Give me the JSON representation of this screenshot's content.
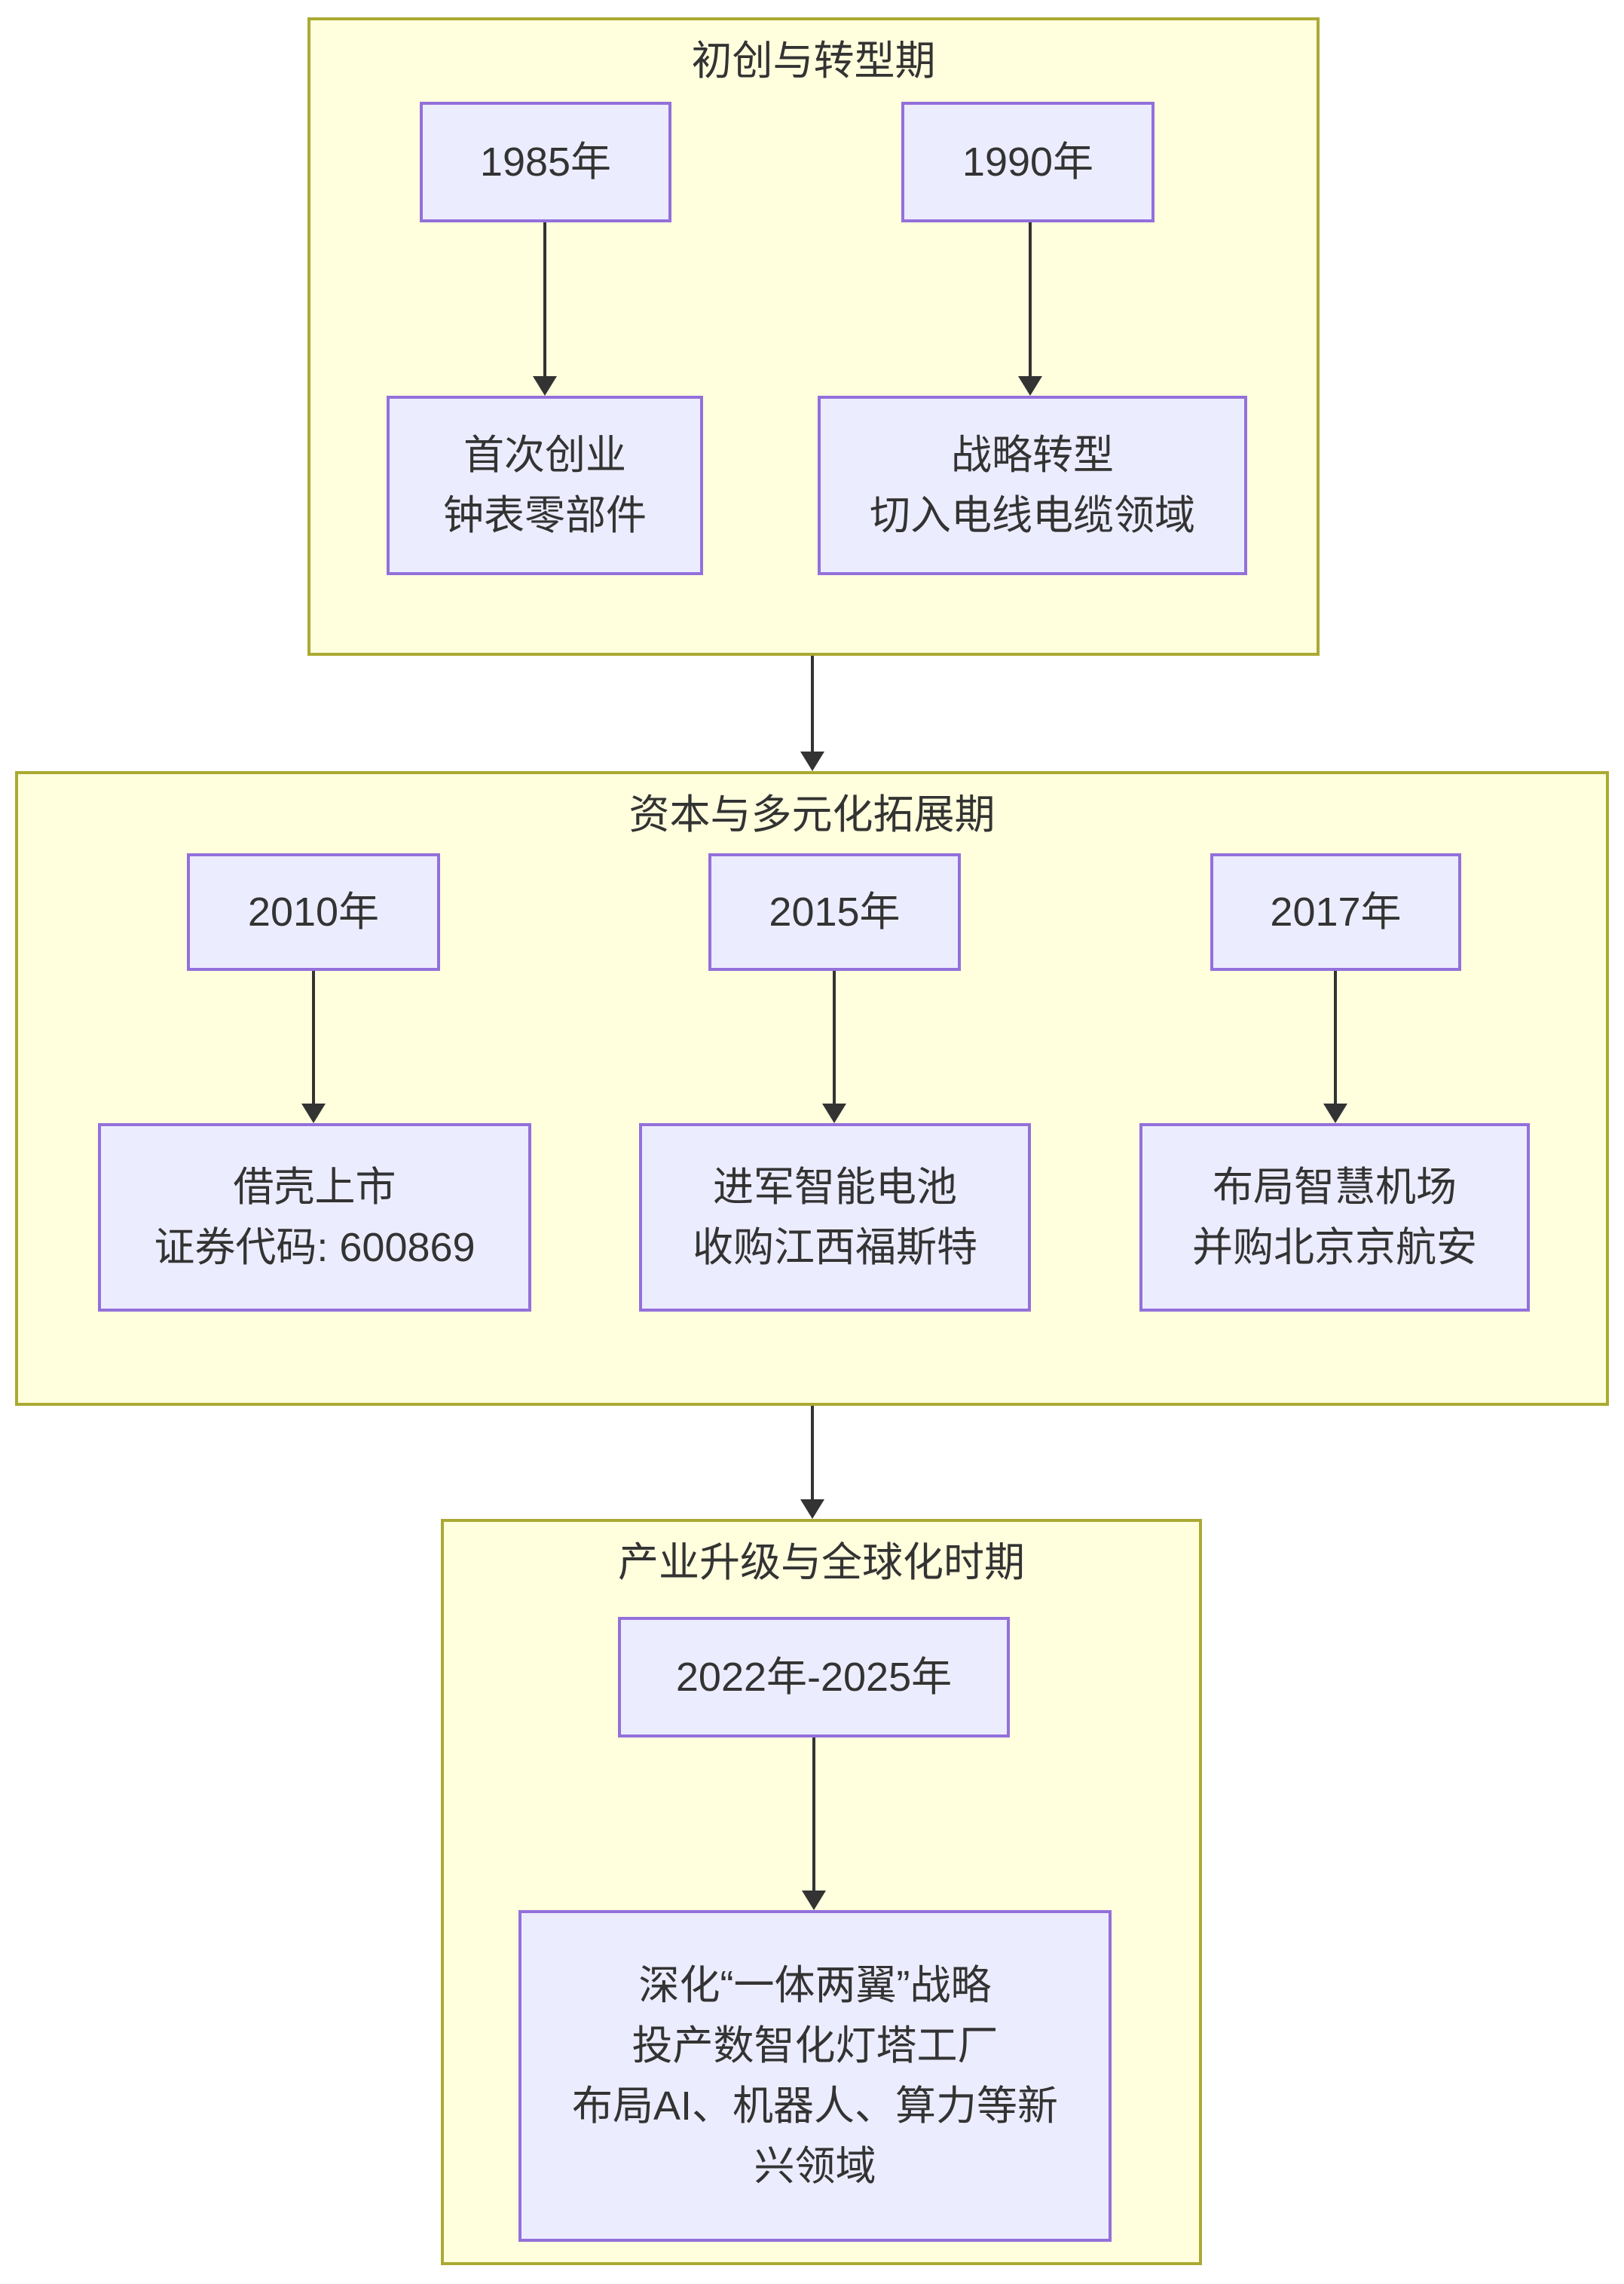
{
  "colors": {
    "page_bg": "#ffffff",
    "cluster_fill": "#ffffde",
    "cluster_border": "#aaaa33",
    "node_fill": "#ECECFF",
    "node_border": "#9370DB",
    "text": "#333333",
    "edge": "#333333"
  },
  "sections": [
    {
      "title": "初创与转型期",
      "nodes": [
        {
          "id": "year-1985",
          "lines": [
            "1985年"
          ]
        },
        {
          "id": "year-1990",
          "lines": [
            "1990年"
          ]
        },
        {
          "id": "first-venture",
          "lines": [
            "首次创业",
            "钟表零部件"
          ]
        },
        {
          "id": "strategic-transform",
          "lines": [
            "战略转型",
            "切入电线电缆领域"
          ]
        }
      ]
    },
    {
      "title": "资本与多元化拓展期",
      "nodes": [
        {
          "id": "year-2010",
          "lines": [
            "2010年"
          ]
        },
        {
          "id": "year-2015",
          "lines": [
            "2015年"
          ]
        },
        {
          "id": "year-2017",
          "lines": [
            "2017年"
          ]
        },
        {
          "id": "backdoor-listing",
          "lines": [
            "借壳上市",
            "证券代码: 600869"
          ]
        },
        {
          "id": "smart-battery",
          "lines": [
            "进军智能电池",
            "收购江西福斯特"
          ]
        },
        {
          "id": "smart-airport",
          "lines": [
            "布局智慧机场",
            "并购北京京航安"
          ]
        }
      ]
    },
    {
      "title": "产业升级与全球化时期",
      "nodes": [
        {
          "id": "year-2022-2025",
          "lines": [
            "2022年-2025年"
          ]
        },
        {
          "id": "deepen-strategy",
          "lines": [
            "深化“一体两翼”战略",
            "投产数智化灯塔工厂",
            "布局AI、机器人、算力等新",
            "兴领域"
          ]
        }
      ]
    }
  ]
}
